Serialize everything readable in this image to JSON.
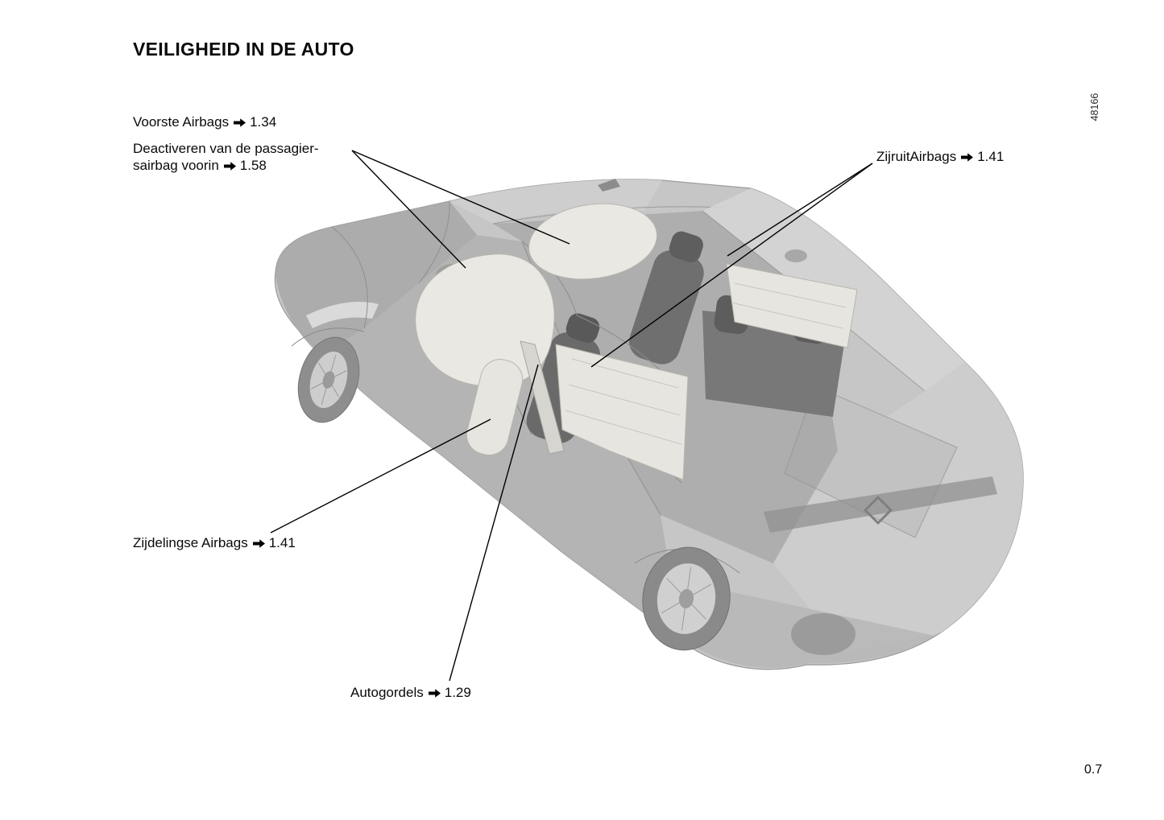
{
  "page": {
    "title": "VEILIGHEID IN DE AUTO",
    "page_number": "0.7",
    "figure_code": "48166"
  },
  "labels": {
    "front_airbags": {
      "text": "Voorste Airbags",
      "ref": "1.34"
    },
    "passenger_airbag_deactivation": {
      "line1": "Deactiveren van de passagier-",
      "line2": "sairbag voorin",
      "ref": "1.58"
    },
    "side_window_airbags": {
      "text": "ZijruitAirbags",
      "ref": "1.41"
    },
    "side_airbags": {
      "text": "Zijdelingse Airbags",
      "ref": "1.41"
    },
    "seatbelts": {
      "text": "Autogordels",
      "ref": "1.29"
    }
  },
  "icons": {
    "reference_arrow": "right-arrow"
  },
  "colors": {
    "text": "#0a0a0a",
    "background": "#ffffff",
    "car_body": "#c6c6c6",
    "airbag_fill": "#eae8e2",
    "leader_line": "#000000"
  }
}
